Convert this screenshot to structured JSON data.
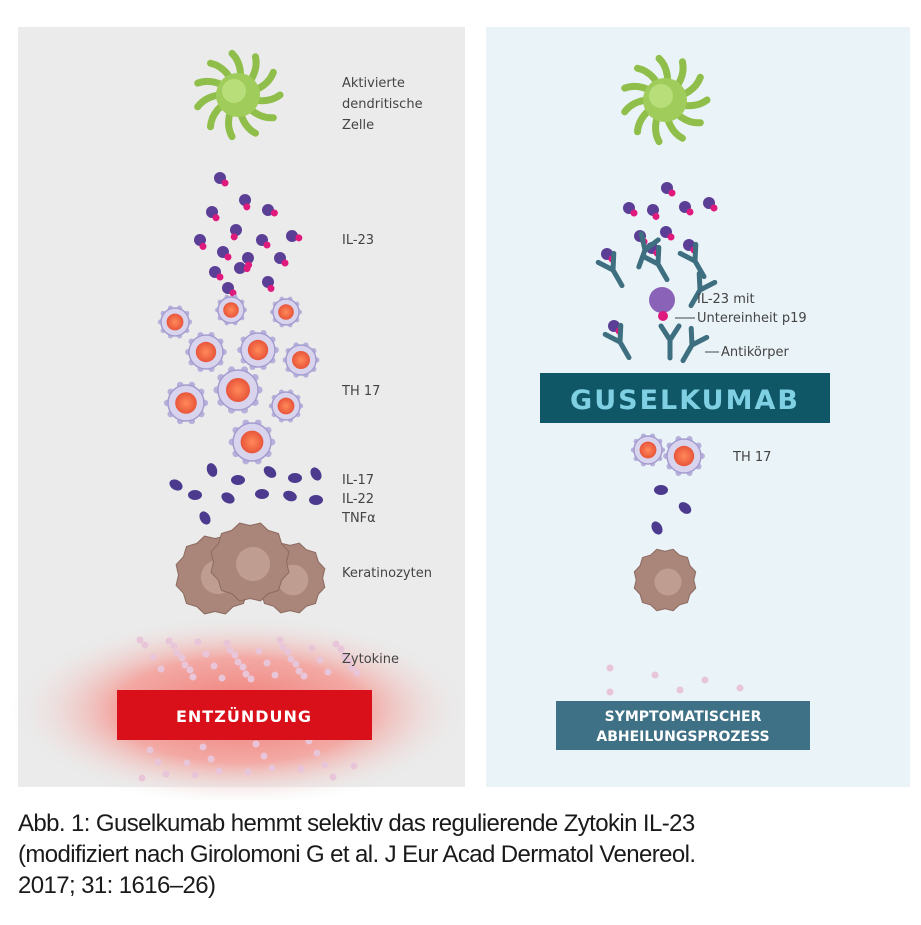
{
  "left_panel": {
    "labels": {
      "dendritic_1": "Aktivierte",
      "dendritic_2": "dendritische",
      "dendritic_3": "Zelle",
      "il23": "IL-23",
      "th17": "TH 17",
      "il17": "IL-17",
      "il22": "IL-22",
      "tnf": "TNFα",
      "keratinocytes": "Keratinozyten",
      "cytokines": "Zytokine"
    },
    "banner": "ENTZÜNDUNG"
  },
  "right_panel": {
    "labels": {
      "il23_1": "IL-23 mit",
      "il23_2": "Untereinheit p19",
      "antibody": "Antikörper",
      "th17": "TH 17"
    },
    "drug_banner": "GUSELKUMAB",
    "result_banner_1": "SYMPTOMATISCHER",
    "result_banner_2": "ABHEILUNGSPROZESS"
  },
  "caption": {
    "line1": "Abb. 1: Guselkumab hemmt selektiv das regulierende Zytokin IL-23",
    "line2": "(modifiziert nach Girolomoni G et al. J Eur Acad Dermatol Venereol.",
    "line3": "2017; 31: 1616–26)"
  },
  "colors": {
    "left_bg": "#ebebeb",
    "right_bg": "#eaf3f8",
    "red_banner": "#d9101a",
    "teal_banner": "#0f5667",
    "teal_text": "#7fd0e2",
    "result_banner": "#3f7186"
  }
}
